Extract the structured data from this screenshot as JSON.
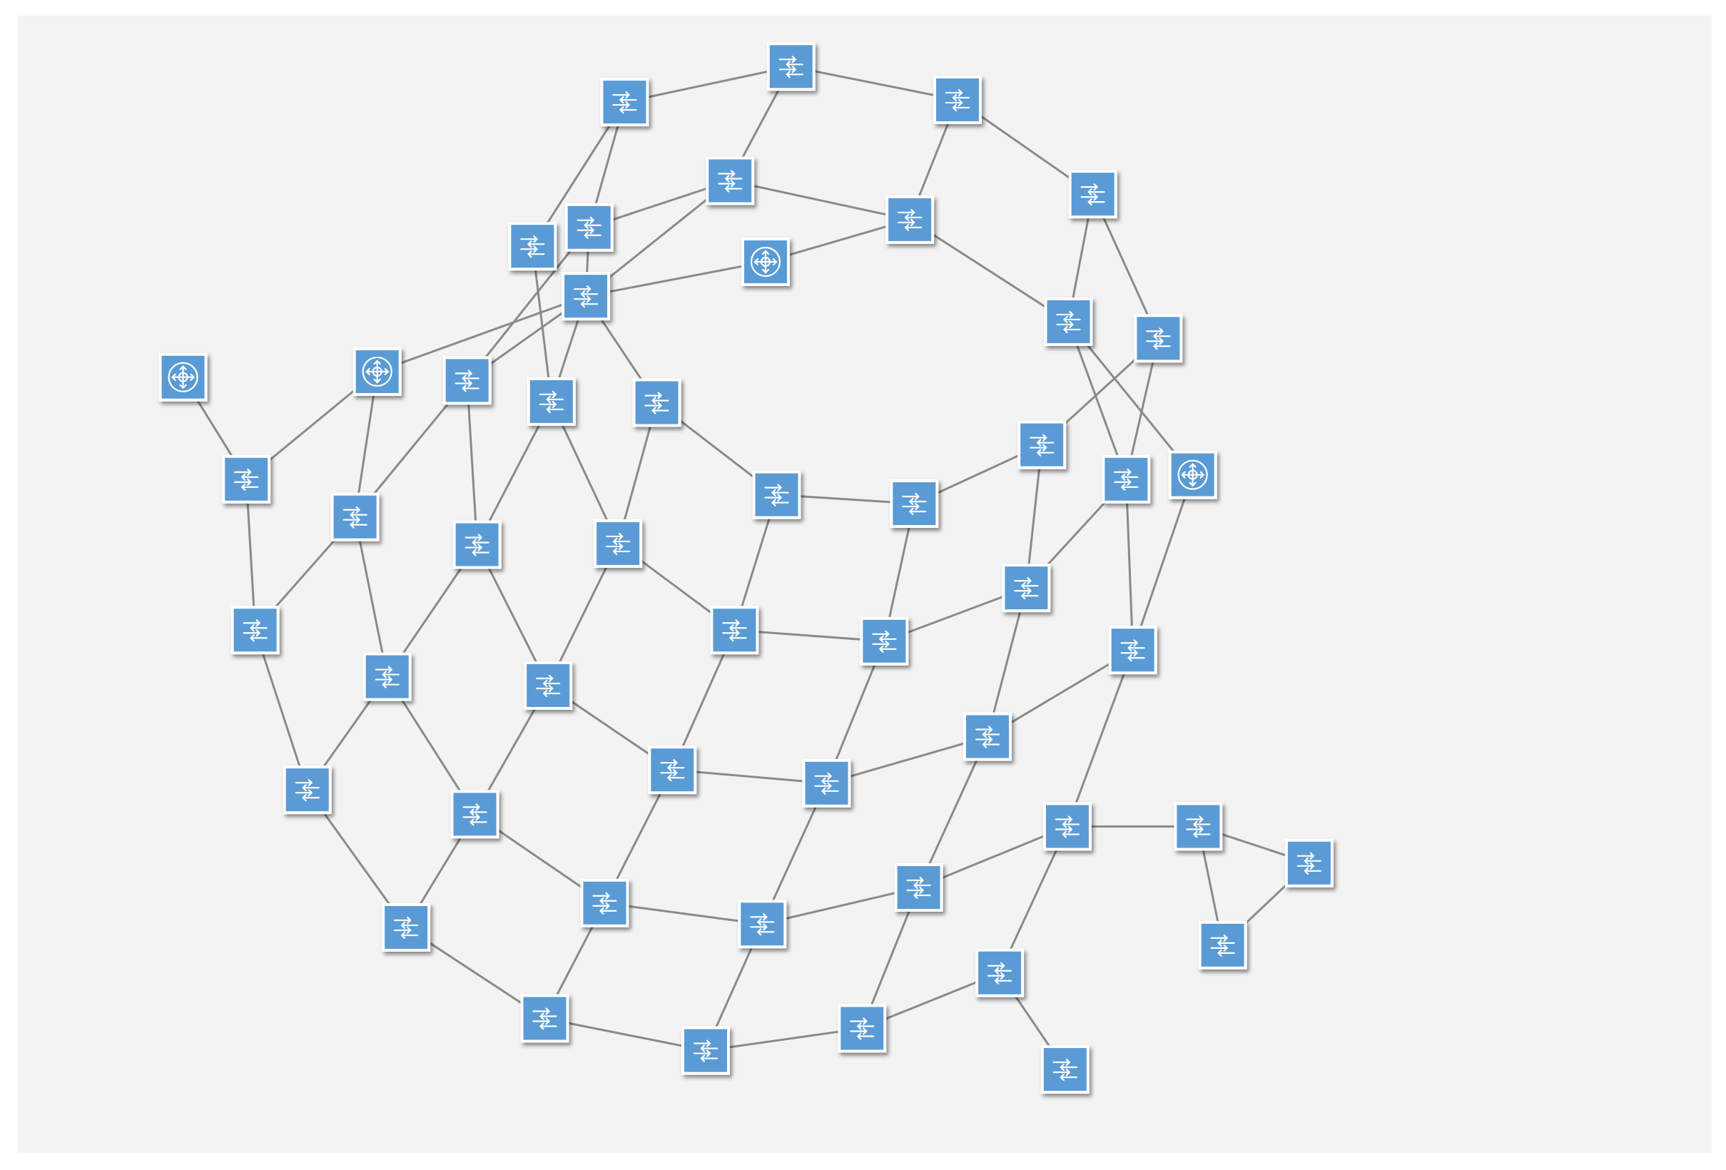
{
  "colors": {
    "background": "#f3f3f3",
    "node_fill": "#5a9bd5",
    "node_border": "#ffffff",
    "edge": "#8a8a8a"
  },
  "legend_icons": {
    "switch": "switch-arrows-icon",
    "router": "router-circle-icon"
  },
  "nodes": [
    {
      "id": "n1",
      "kind": "switch"
    },
    {
      "id": "n2",
      "kind": "switch"
    },
    {
      "id": "n3",
      "kind": "switch"
    },
    {
      "id": "n4",
      "kind": "switch"
    },
    {
      "id": "n5",
      "kind": "switch"
    },
    {
      "id": "n6",
      "kind": "switch"
    },
    {
      "id": "n7",
      "kind": "switch"
    },
    {
      "id": "n8",
      "kind": "router"
    },
    {
      "id": "n9",
      "kind": "switch"
    },
    {
      "id": "n10",
      "kind": "switch"
    },
    {
      "id": "n11",
      "kind": "switch"
    },
    {
      "id": "n12",
      "kind": "switch"
    },
    {
      "id": "n13",
      "kind": "router"
    },
    {
      "id": "n14",
      "kind": "router"
    },
    {
      "id": "n15",
      "kind": "switch"
    },
    {
      "id": "n16",
      "kind": "switch"
    },
    {
      "id": "n17",
      "kind": "switch"
    },
    {
      "id": "n18",
      "kind": "switch"
    },
    {
      "id": "n19",
      "kind": "switch"
    },
    {
      "id": "n20",
      "kind": "switch"
    },
    {
      "id": "n21",
      "kind": "router"
    },
    {
      "id": "n22",
      "kind": "switch"
    },
    {
      "id": "n23",
      "kind": "switch"
    },
    {
      "id": "n24",
      "kind": "switch"
    },
    {
      "id": "n25",
      "kind": "switch"
    },
    {
      "id": "n26",
      "kind": "switch"
    },
    {
      "id": "n27",
      "kind": "switch"
    },
    {
      "id": "n28",
      "kind": "switch"
    },
    {
      "id": "n29",
      "kind": "switch"
    },
    {
      "id": "n30",
      "kind": "switch"
    },
    {
      "id": "n31",
      "kind": "switch"
    },
    {
      "id": "n32",
      "kind": "switch"
    },
    {
      "id": "n33",
      "kind": "switch"
    },
    {
      "id": "n34",
      "kind": "switch"
    },
    {
      "id": "n35",
      "kind": "switch"
    },
    {
      "id": "n36",
      "kind": "switch"
    },
    {
      "id": "n37",
      "kind": "switch"
    },
    {
      "id": "n38",
      "kind": "switch"
    },
    {
      "id": "n39",
      "kind": "switch"
    },
    {
      "id": "n40",
      "kind": "switch"
    },
    {
      "id": "n41",
      "kind": "switch"
    },
    {
      "id": "n42",
      "kind": "switch"
    },
    {
      "id": "n43",
      "kind": "switch"
    },
    {
      "id": "n44",
      "kind": "switch"
    },
    {
      "id": "n45",
      "kind": "switch"
    },
    {
      "id": "n46",
      "kind": "switch"
    },
    {
      "id": "n47",
      "kind": "switch"
    },
    {
      "id": "n48",
      "kind": "switch"
    },
    {
      "id": "n49",
      "kind": "switch"
    },
    {
      "id": "n50",
      "kind": "switch"
    },
    {
      "id": "n51",
      "kind": "switch"
    },
    {
      "id": "n52",
      "kind": "switch"
    },
    {
      "id": "n53",
      "kind": "switch"
    },
    {
      "id": "n54",
      "kind": "switch"
    },
    {
      "id": "n55",
      "kind": "router"
    }
  ],
  "edges": [
    [
      "n1",
      "n2"
    ],
    [
      "n2",
      "n3"
    ],
    [
      "n3",
      "n4"
    ],
    [
      "n4",
      "n6"
    ],
    [
      "n1",
      "n10"
    ],
    [
      "n1",
      "n12"
    ],
    [
      "n2",
      "n5"
    ],
    [
      "n3",
      "n7"
    ],
    [
      "n5",
      "n12"
    ],
    [
      "n5",
      "n7"
    ],
    [
      "n5",
      "n11"
    ],
    [
      "n5",
      "n9"
    ],
    [
      "n7",
      "n8"
    ],
    [
      "n7",
      "n15"
    ],
    [
      "n6",
      "n15"
    ],
    [
      "n6",
      "n21"
    ],
    [
      "n8",
      "n11"
    ],
    [
      "n11",
      "n13"
    ],
    [
      "n11",
      "n17"
    ],
    [
      "n11",
      "n18"
    ],
    [
      "n10",
      "n16"
    ],
    [
      "n10",
      "n17"
    ],
    [
      "n12",
      "n18"
    ],
    [
      "n12",
      "n23"
    ],
    [
      "n14",
      "n19"
    ],
    [
      "n13",
      "n19"
    ],
    [
      "n13",
      "n22"
    ],
    [
      "n16",
      "n22"
    ],
    [
      "n16",
      "n24"
    ],
    [
      "n17",
      "n24"
    ],
    [
      "n17",
      "n25"
    ],
    [
      "n18",
      "n25"
    ],
    [
      "n18",
      "n20"
    ],
    [
      "n20",
      "n26"
    ],
    [
      "n26",
      "n27"
    ],
    [
      "n27",
      "n28"
    ],
    [
      "n15",
      "n28"
    ],
    [
      "n15",
      "n29"
    ],
    [
      "n28",
      "n33"
    ],
    [
      "n9",
      "n29"
    ],
    [
      "n29",
      "n33"
    ],
    [
      "n20",
      "n30"
    ],
    [
      "n21",
      "n34"
    ],
    [
      "n19",
      "n31"
    ],
    [
      "n31",
      "n36"
    ],
    [
      "n22",
      "n32"
    ],
    [
      "n24",
      "n32"
    ],
    [
      "n24",
      "n37"
    ],
    [
      "n25",
      "n37"
    ],
    [
      "n25",
      "n38"
    ],
    [
      "n26",
      "n38"
    ],
    [
      "n26",
      "n30"
    ],
    [
      "n30",
      "n39"
    ],
    [
      "n27",
      "n39"
    ],
    [
      "n27",
      "n35"
    ],
    [
      "n33",
      "n35"
    ],
    [
      "n36",
      "n40"
    ],
    [
      "n32",
      "n40"
    ],
    [
      "n32",
      "n41"
    ],
    [
      "n37",
      "n41"
    ],
    [
      "n37",
      "n42"
    ],
    [
      "n38",
      "n42"
    ],
    [
      "n38",
      "n43"
    ],
    [
      "n39",
      "n43"
    ],
    [
      "n39",
      "n44"
    ],
    [
      "n35",
      "n44"
    ],
    [
      "n35",
      "n34"
    ],
    [
      "n34",
      "n45"
    ],
    [
      "n40",
      "n46"
    ],
    [
      "n41",
      "n46"
    ],
    [
      "n41",
      "n47"
    ],
    [
      "n42",
      "n47"
    ],
    [
      "n42",
      "n48"
    ],
    [
      "n43",
      "n48"
    ],
    [
      "n43",
      "n49"
    ],
    [
      "n44",
      "n49"
    ],
    [
      "n44",
      "n50"
    ],
    [
      "n45",
      "n50"
    ],
    [
      "n45",
      "n51"
    ],
    [
      "n51",
      "n52"
    ],
    [
      "n51",
      "n53"
    ],
    [
      "n52",
      "n54"
    ],
    [
      "n53",
      "n54"
    ],
    [
      "n46",
      "n55"
    ],
    [
      "n47",
      "n55"
    ],
    [
      "n48",
      "n56"
    ],
    [
      "n49",
      "n56"
    ],
    [
      "n50",
      "n57"
    ],
    [
      "n56",
      "n57"
    ],
    [
      "n57",
      "n58"
    ]
  ]
}
